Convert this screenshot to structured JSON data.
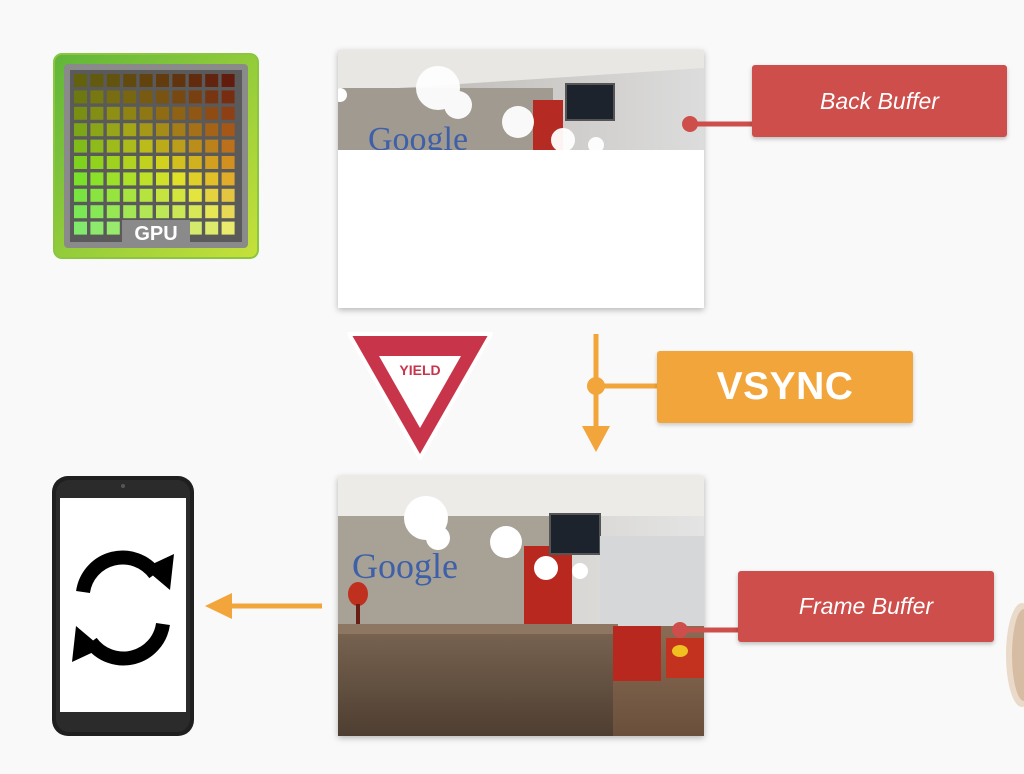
{
  "labels": {
    "back_buffer": "Back Buffer",
    "frame_buffer": "Frame Buffer",
    "vsync": "VSYNC",
    "gpu": "GPU",
    "yield": "YIELD",
    "logo_text": "Google"
  },
  "colors": {
    "callout_red": "#cd4e4a",
    "vsync_orange": "#f2a53a",
    "arrow_orange": "#f2a53a",
    "yield_red": "#c8354a",
    "gpu_frame_green": "#9bd63b"
  },
  "icons": {
    "gpu": "gpu-chip-icon",
    "yield": "yield-sign-icon",
    "phone": "phone-refresh-icon"
  }
}
